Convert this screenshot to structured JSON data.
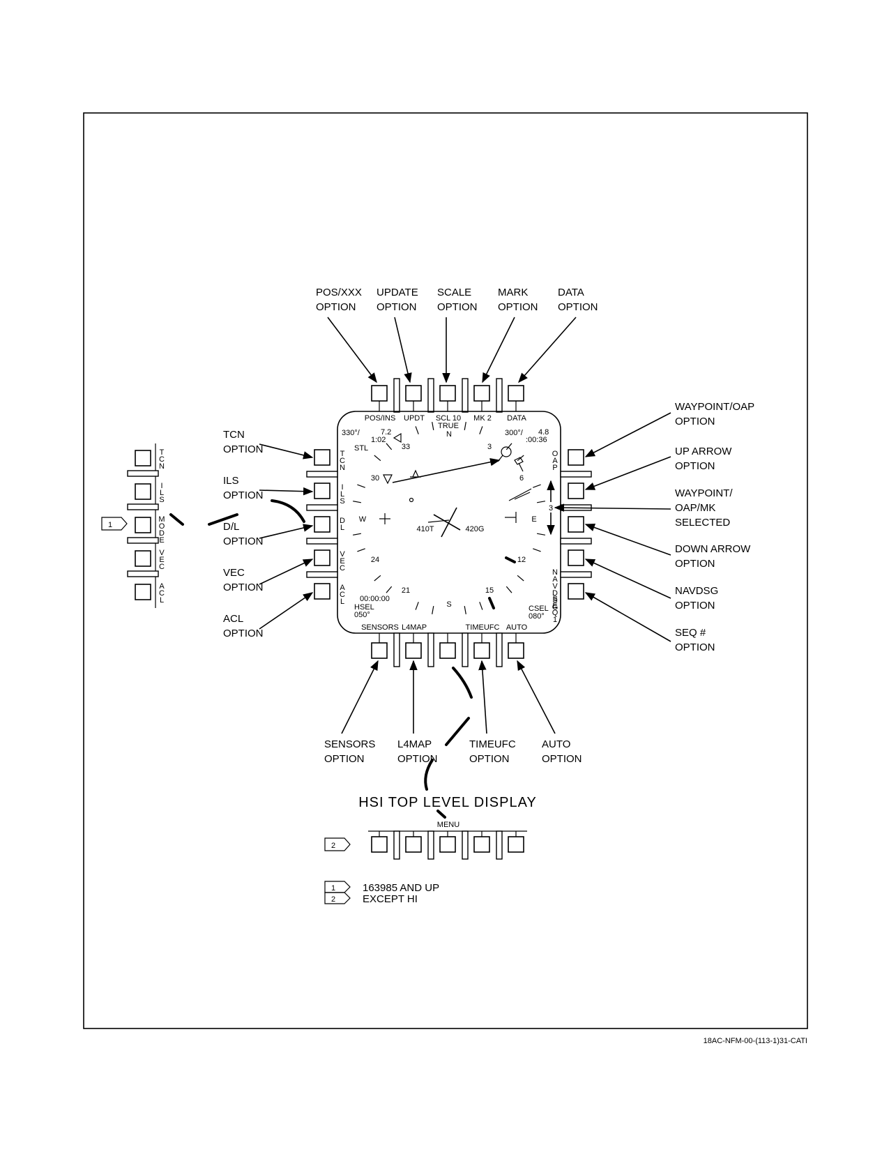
{
  "title": "HSI TOP LEVEL DISPLAY",
  "figure_id": "18AC-NFM-00-(113-1)31-CATI",
  "callouts": {
    "top": [
      {
        "line1": "POS/XXX",
        "line2": "OPTION"
      },
      {
        "line1": "UPDATE",
        "line2": "OPTION"
      },
      {
        "line1": "SCALE",
        "line2": "OPTION"
      },
      {
        "line1": "MARK",
        "line2": "OPTION"
      },
      {
        "line1": "DATA",
        "line2": "OPTION"
      }
    ],
    "left": [
      {
        "line1": "TCN",
        "line2": "OPTION"
      },
      {
        "line1": "ILS",
        "line2": "OPTION"
      },
      {
        "line1": "D/L",
        "line2": "OPTION"
      },
      {
        "line1": "VEC",
        "line2": "OPTION"
      },
      {
        "line1": "ACL",
        "line2": "OPTION"
      }
    ],
    "right": [
      {
        "line1": "WAYPOINT/OAP",
        "line2": "OPTION",
        "line3": ""
      },
      {
        "line1": "UP ARROW",
        "line2": "OPTION",
        "line3": ""
      },
      {
        "line1": "WAYPOINT/",
        "line2": "OAP/MK",
        "line3": "SELECTED"
      },
      {
        "line1": "DOWN ARROW",
        "line2": "OPTION",
        "line3": ""
      },
      {
        "line1": "NAVDSG",
        "line2": "OPTION",
        "line3": ""
      },
      {
        "line1": "SEQ #",
        "line2": "OPTION",
        "line3": ""
      }
    ],
    "bottom": [
      {
        "line1": "SENSORS",
        "line2": "OPTION"
      },
      {
        "line1": "L4MAP",
        "line2": "OPTION"
      },
      {
        "line1": "TIMEUFC",
        "line2": "OPTION"
      },
      {
        "line1": "AUTO",
        "line2": "OPTION"
      }
    ]
  },
  "pushbuttons": {
    "top": [
      "POS/INS",
      "UPDT",
      "SCL 10",
      "MK 2",
      "DATA"
    ],
    "top_sub": "TRUE",
    "bottom": [
      "SENSORS",
      "L4MAP",
      "",
      "TIMEUFC",
      "AUTO"
    ],
    "left": [
      "TCN",
      "ILS",
      "D/L",
      "VEC",
      "ACL"
    ],
    "right": [
      "OAP",
      "",
      "",
      "",
      "NAVDSG",
      "SEQ1"
    ],
    "alt_left": [
      "TCN",
      "ILS",
      "MODE",
      "VEC",
      "ACL"
    ],
    "alt_bottom_menu": "MENU"
  },
  "display": {
    "tl_brg": "330°/",
    "tl_dist": "7.2",
    "tl_time": "1:02",
    "stl": "STL",
    "tr_brg": "300°/",
    "tr_dist": "4.8",
    "tr_time": ":00:36",
    "bl_timer": "00:00:00",
    "hsel_label": "HSEL",
    "hsel_value": "050°",
    "csel_label": "CSEL",
    "csel_value": "080°",
    "ias": "410T",
    "gs": "420G",
    "waypoint_number": "3",
    "compass": [
      "N",
      "3",
      "6",
      "E",
      "12",
      "15",
      "S",
      "21",
      "24",
      "W",
      "30",
      "33"
    ]
  },
  "notes": {
    "n1_tag": "1",
    "n2_tag": "2",
    "n1_text": "163985 AND UP",
    "n2_text": "EXCEPT HI"
  }
}
